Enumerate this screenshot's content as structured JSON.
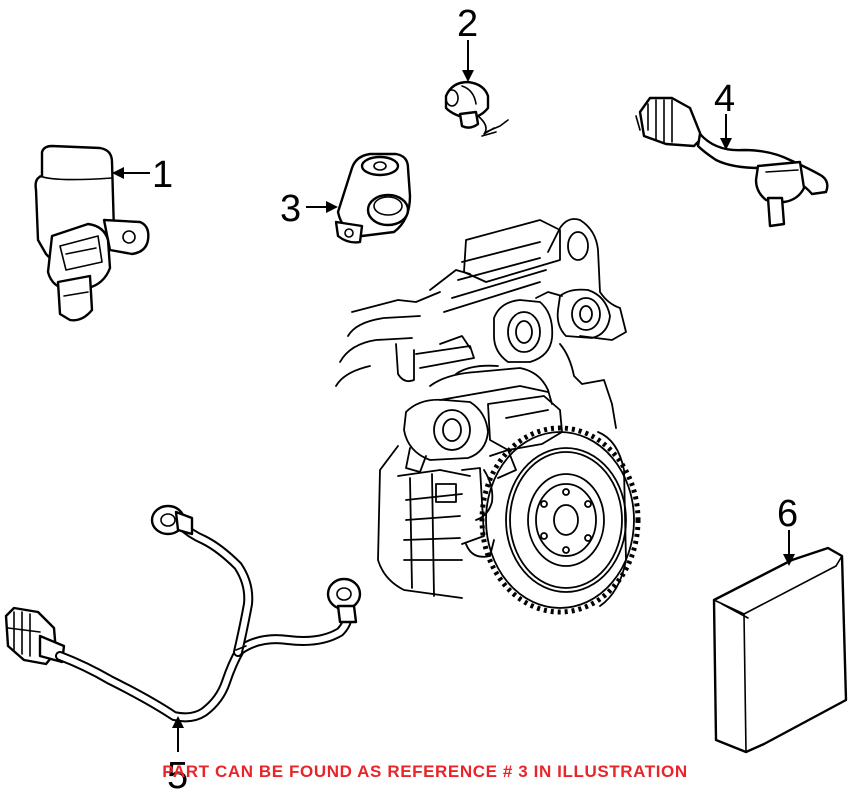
{
  "callouts": {
    "one": "1",
    "two": "2",
    "three": "3",
    "four": "4",
    "five": "5",
    "six": "6"
  },
  "footer_note": "PART CAN BE FOUND AS REFERENCE # 3 IN ILLUSTRATION",
  "colors": {
    "note_text": "#e8262a",
    "line_art": "#000000",
    "background": "#ffffff"
  }
}
